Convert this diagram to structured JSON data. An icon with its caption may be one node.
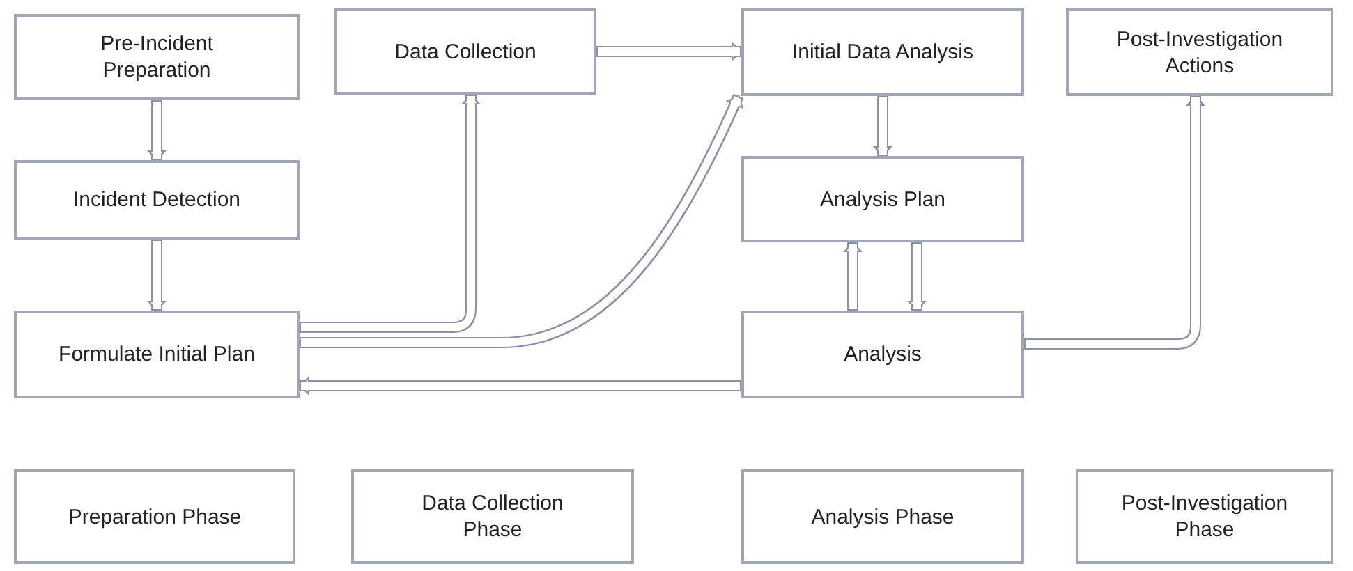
{
  "diagram": {
    "nodes": [
      {
        "text": [
          "Pre-Incident Preparation"
        ]
      },
      {
        "text": [
          "Data Collection"
        ]
      },
      {
        "text": [
          "Initial Data Analysis"
        ]
      },
      {
        "text": [
          "Post-Investigation Actions"
        ]
      },
      {
        "text": [
          "Incident Detection"
        ]
      },
      {
        "text": [
          "Analysis Plan"
        ]
      },
      {
        "text": [
          "Formulate Initial Plan"
        ]
      },
      {
        "text": [
          "Analysis"
        ]
      },
      {
        "text": [
          "Preparation Phase"
        ]
      },
      {
        "text": [
          "Data Collection Phase"
        ]
      },
      {
        "text": [
          "Analysis Phase"
        ]
      },
      {
        "text": [
          "Post-Investigation Phase"
        ]
      }
    ],
    "edges": [
      {
        "from": 0,
        "to": 4,
        "arrow": "to"
      },
      {
        "from": 4,
        "to": 6,
        "arrow": "to"
      },
      {
        "from": 1,
        "to": 2,
        "arrow": "to"
      },
      {
        "from": 6,
        "to": 1,
        "arrow": "to"
      },
      {
        "from": 6,
        "to": 2,
        "arrow": "to"
      },
      {
        "from": 2,
        "to": 5,
        "arrow": "to"
      },
      {
        "from": 7,
        "to": 5,
        "arrow": "to"
      },
      {
        "from": 5,
        "to": 7,
        "arrow": "to"
      },
      {
        "from": 7,
        "to": 3,
        "arrow": "to"
      },
      {
        "from": 7,
        "to": 6,
        "arrow": "to"
      }
    ]
  }
}
